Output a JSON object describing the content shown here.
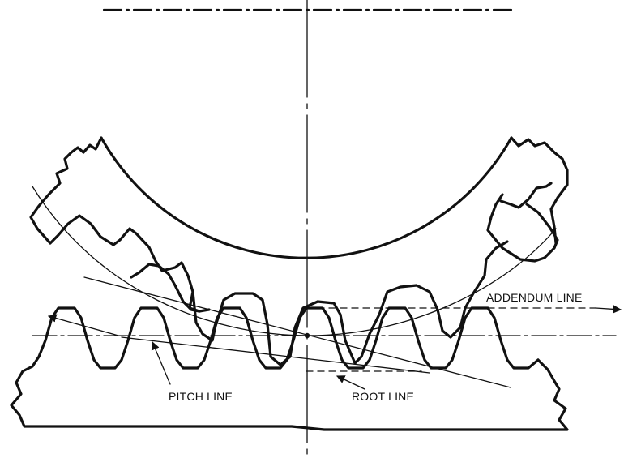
{
  "labels": {
    "addendum_line": "ADDENDUM LINE",
    "pitch_line": "PITCH LINE",
    "root_line": "ROOT LINE"
  }
}
